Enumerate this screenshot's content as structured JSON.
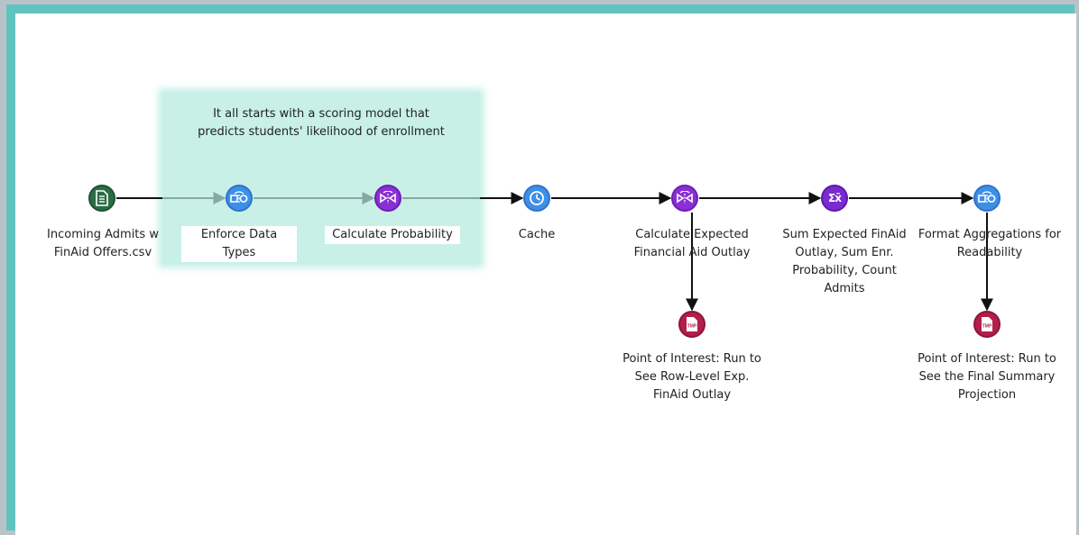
{
  "container": {
    "caption": "It all starts with a scoring model that\npredicts students' likelihood of enrollment"
  },
  "nodes": {
    "input": {
      "label": "Incoming Admits w\nFinAid Offers.csv",
      "icon": "document-icon",
      "color": "#2b6e44"
    },
    "select1": {
      "label": "Enforce Data Types",
      "icon": "select-tool-icon",
      "color": "#3d8fe8"
    },
    "formula1": {
      "label": "Calculate Probability",
      "icon": "formula-icon",
      "color": "#8a2fd6"
    },
    "cache": {
      "label": "Cache",
      "icon": "clock-icon",
      "color": "#3d8fe8"
    },
    "formula2": {
      "label": "Calculate Expected\nFinancial Aid Outlay",
      "icon": "formula-icon",
      "color": "#8a2fd6"
    },
    "summarize": {
      "label": "Sum Expected FinAid\nOutlay, Sum Enr.\nProbability, Count\nAdmits",
      "icon": "sigma-icon",
      "glyph": "Σx̄",
      "color": "#7a2bd0"
    },
    "select2": {
      "label": "Format Aggregations for\nReadability",
      "icon": "select-tool-icon",
      "color": "#3d8fe8"
    },
    "browse1": {
      "label": "Point of Interest: Run to\nSee Row-Level Exp.\nFinAid Outlay",
      "icon": "tmp-icon",
      "glyph": "TMP",
      "color": "#b21f4a"
    },
    "browse2": {
      "label": "Point of Interest: Run to\nSee the Final Summary\nProjection",
      "icon": "tmp-icon",
      "glyph": "TMP",
      "color": "#b21f4a"
    }
  }
}
